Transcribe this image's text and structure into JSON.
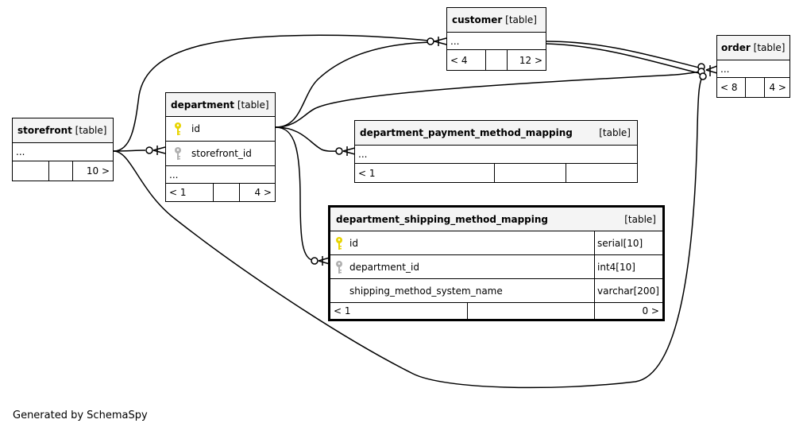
{
  "tables": {
    "customer": {
      "name": "customer",
      "kind": "[table]",
      "ellipsis": "...",
      "parents": "< 4",
      "children": "12 >"
    },
    "order": {
      "name": "order",
      "kind": "[table]",
      "ellipsis": "...",
      "parents": "< 8",
      "children": "4 >"
    },
    "storefront": {
      "name": "storefront",
      "kind": "[table]",
      "ellipsis": "...",
      "children": "10 >"
    },
    "department": {
      "name": "department",
      "kind": "[table]",
      "col1": "id",
      "col2": "storefront_id",
      "ellipsis": "...",
      "parents": "< 1",
      "children": "4 >"
    },
    "payment": {
      "name": "department_payment_method_mapping",
      "kind": "[table]",
      "ellipsis": "...",
      "parents": "< 1"
    },
    "shipping": {
      "name": "department_shipping_method_mapping",
      "kind": "[table]",
      "columns": [
        {
          "name": "id",
          "type": "serial[10]",
          "key": "primary"
        },
        {
          "name": "department_id",
          "type": "int4[10]",
          "key": "foreign"
        },
        {
          "name": "shipping_method_system_name",
          "type": "varchar[200]",
          "key": ""
        }
      ],
      "parents": "< 1",
      "children": "0 >"
    }
  },
  "icons": {
    "primary_key": "gold-key-icon",
    "foreign_key": "grey-key-icon"
  },
  "colors": {
    "primary_key": "#e8d400",
    "foreign_key": "#b0b0b0"
  },
  "footer": "Generated by SchemaSpy"
}
